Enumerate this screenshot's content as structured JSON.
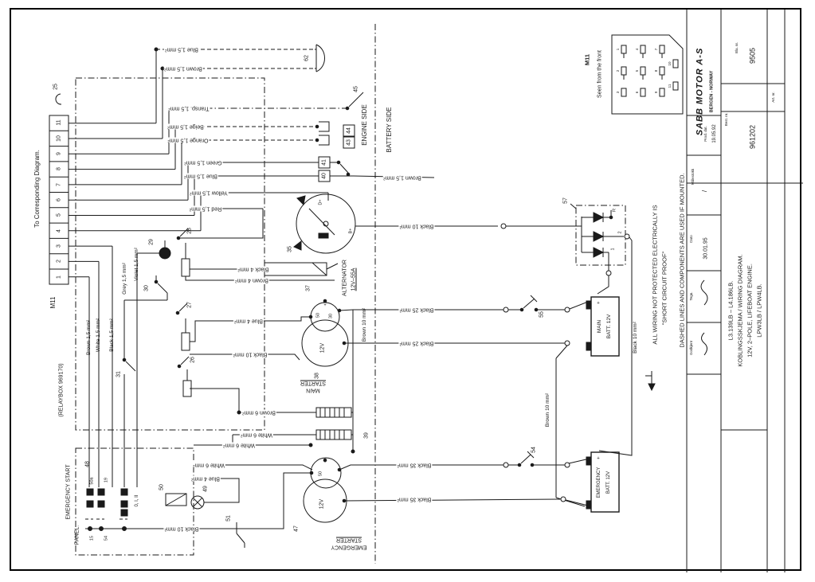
{
  "page": {
    "corresponding": "To Corresponding Diagram."
  },
  "sides": {
    "engine": "ENGINE SIDE",
    "battery": "BATTERY SIDE"
  },
  "notes": {
    "l1": "ALL WIRING NOT PROTECTED ELECTRICALLY IS",
    "l2": "\"SHORT CIRCUIT PROOF\"",
    "l3": "DASHED LINES AND COMPONENTS ARE USED IF MOUNTED."
  },
  "m11": {
    "label": "M11",
    "detail_label": "M11",
    "seen": "Seen from the front",
    "pins": [
      "1",
      "2",
      "3",
      "4",
      "5",
      "6",
      "7",
      "8",
      "9",
      "10",
      "11"
    ]
  },
  "relaybox": {
    "label": "(RELAYBOX 969170)"
  },
  "panel": {
    "l1": "EMERGENCY START",
    "l2": "PANEL.",
    "t50a": "50a",
    "t19": "19",
    "positions": "0, I, II",
    "t15": "15",
    "t54": "54"
  },
  "wires": {
    "blue15_a": "Blue 1,5 mm²",
    "brown15_a": "Brown 1,5 mm²",
    "transp15": "Transp. 1,5 mm²",
    "beige15": "Beige 1,5 mm²",
    "orange15": "Orange 1,5 mm²",
    "green15": "Green 1,5 mm²",
    "blue15_b": "Blue 1,5 mm²",
    "yellow15": "Yellow 1,5 mm²",
    "red15": "Red 1,5 mm²",
    "brown15_b": "Brown 1,5 mm²",
    "brown15_v": "Brown 1,5 mm²",
    "white15_v": "White 1,5 mm²",
    "black15_v": "Black 1,5 mm²",
    "grey15_v": "Grey 1,5 mm²",
    "violet15_v": "Violet 1,5 mm²",
    "black4": "Black 4 mm²",
    "brown4": "Brown 4 mm²",
    "blue4": "Blue 4 mm²",
    "black10_a": "Black 10 mm²",
    "black10_b": "Black 10 mm²",
    "black10_c": "Black 10 mm²",
    "black10_d": "Black 10 mm²",
    "brown10_a": "Brown 10 mm²",
    "brown10_b": "Brown 10 mm²",
    "brown6": "Brown 6 mm²",
    "white6_a": "White 6 mm²",
    "white6_b": "White 6 mm²",
    "white6_c": "White 6 mm²",
    "blue4_p": "Blue 4 mm²",
    "black25_a": "Black 25 mm²",
    "black25_b": "Black 25 mm²",
    "black35_a": "Black 35 mm²",
    "black35_b": "Black 35 mm²"
  },
  "components": {
    "n25": "25",
    "n26": "26",
    "n27": "27",
    "n28": "28",
    "n29": "29",
    "n30": "30",
    "n31": "31",
    "n35": "35",
    "n37": "37",
    "n38": "38",
    "n39": "39",
    "n40": "40",
    "n41": "41",
    "n43": "43",
    "n44": "44",
    "n45": "45",
    "n47": "47",
    "n48": "48",
    "n49": "49",
    "n50": "50",
    "n51": "51",
    "n54": "54",
    "n55": "55",
    "n57": "57",
    "n62": "62",
    "alternator_l1": "ALTERNATOR",
    "alternator_l2": "12V–55A",
    "main_starter_l1": "STARTER",
    "main_starter_l2": "MAIN",
    "em_starter_l1": "STARTER",
    "em_starter_l2": "EMERGENCY",
    "volt": "12V",
    "t50": "50",
    "t30": "30",
    "t50e": "50",
    "plus": "+",
    "bplus": "B+",
    "dplus": "D+",
    "diode_r": "R",
    "diode_2": "2",
    "diode_1": "1",
    "main_batt_l1": "MAIN",
    "main_batt_l2": "BATT. 12V",
    "em_batt_l1": "EMERGENCY",
    "em_batt_l2": "BATT. 12V"
  },
  "titleblock": {
    "company": "SABB MOTOR A-S",
    "company_sub": "BERGEN - NORWAY",
    "prod_label": "Prod. dat.",
    "prod_date": "19.05.92",
    "sheet_label": "Bla. nr.",
    "sheet_no": "9505",
    "art_label": "Art. nr.",
    "order_label": "Best. nr.",
    "order_no": "961202",
    "scale_label": "Målestokk",
    "scale_value": "/",
    "date_label": "Dato",
    "date_value": "30.01.95",
    "drawn_label": "Tegn.",
    "approved_label": "Godkjent",
    "title_l1": "L3.139LB – L4.186LB.",
    "title_l2": "KOBLINGSSKJEMA / WIRING DIAGRAM.",
    "title_l3": "12V, 2–POLE, LIFEBOAT ENGINE.",
    "title_l4": "LPW3LB / LPW4LB."
  }
}
